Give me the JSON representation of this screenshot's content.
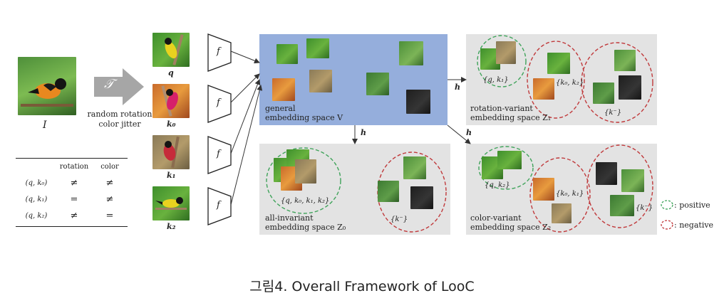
{
  "input": {
    "label": "I"
  },
  "transform": {
    "symbol": "𝒯",
    "caption_line1": "random rotation",
    "caption_line2": "color jitter"
  },
  "views": [
    {
      "label": "q"
    },
    {
      "label": "k₀"
    },
    {
      "label": "k₁"
    },
    {
      "label": "k₂"
    }
  ],
  "encoder": {
    "label": "f"
  },
  "table": {
    "headers": [
      "",
      "rotation",
      "color"
    ],
    "rows": [
      [
        "(q, k₀)",
        "≠",
        "≠"
      ],
      [
        "(q, k₁)",
        "=",
        "≠"
      ],
      [
        "(q, k₂)",
        "≠",
        "="
      ]
    ]
  },
  "spaces": {
    "general": {
      "line1": "general",
      "line2": "embedding space V"
    },
    "rotation_variant": {
      "line1": "rotation-variant",
      "line2": "embedding space Z₁",
      "pos_set": "{q, k₁}",
      "neg_set1": "{k₀, k₂}",
      "neg_set2": "{k⁻}"
    },
    "all_invariant": {
      "line1": "all-invariant",
      "line2": "embedding space Z₀",
      "pos_set": "{q, k₀, k₁, k₂}",
      "neg_set": "{k⁻}"
    },
    "color_variant": {
      "line1": "color-variant",
      "line2": "embedding space Z₂",
      "pos_set": "{q, k₂}",
      "neg_set1": "{k₀, k₁}",
      "neg_set2": "{k⁻}"
    }
  },
  "head_label": "h",
  "legend": {
    "positive": ": positive",
    "negative": ": negative"
  },
  "caption": "그림4. Overall Framework of LooC",
  "colors": {
    "positive": "#3fa35a",
    "negative": "#c0393b",
    "general_panel": "#95aedc",
    "panel": "#e3e3e3"
  }
}
